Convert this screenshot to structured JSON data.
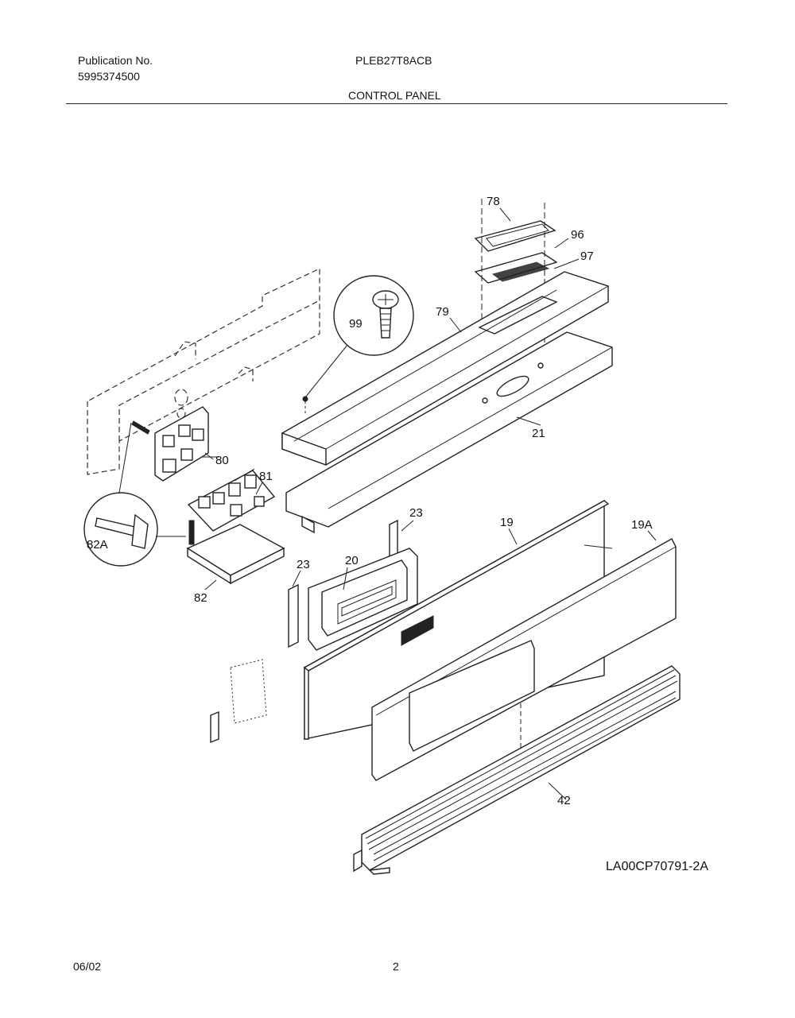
{
  "header": {
    "publication_label": "Publication No.",
    "publication_number": "5995374500",
    "model": "PLEB27T8ACB",
    "section_title": "CONTROL PANEL"
  },
  "callouts": [
    "78",
    "96",
    "97",
    "99",
    "79",
    "21",
    "80",
    "81",
    "23",
    "19",
    "19A",
    "82A",
    "82",
    "20",
    "23",
    "42"
  ],
  "drawing_code": "LA00CP70791-2A",
  "footer": {
    "date": "06/02",
    "page": "2"
  }
}
